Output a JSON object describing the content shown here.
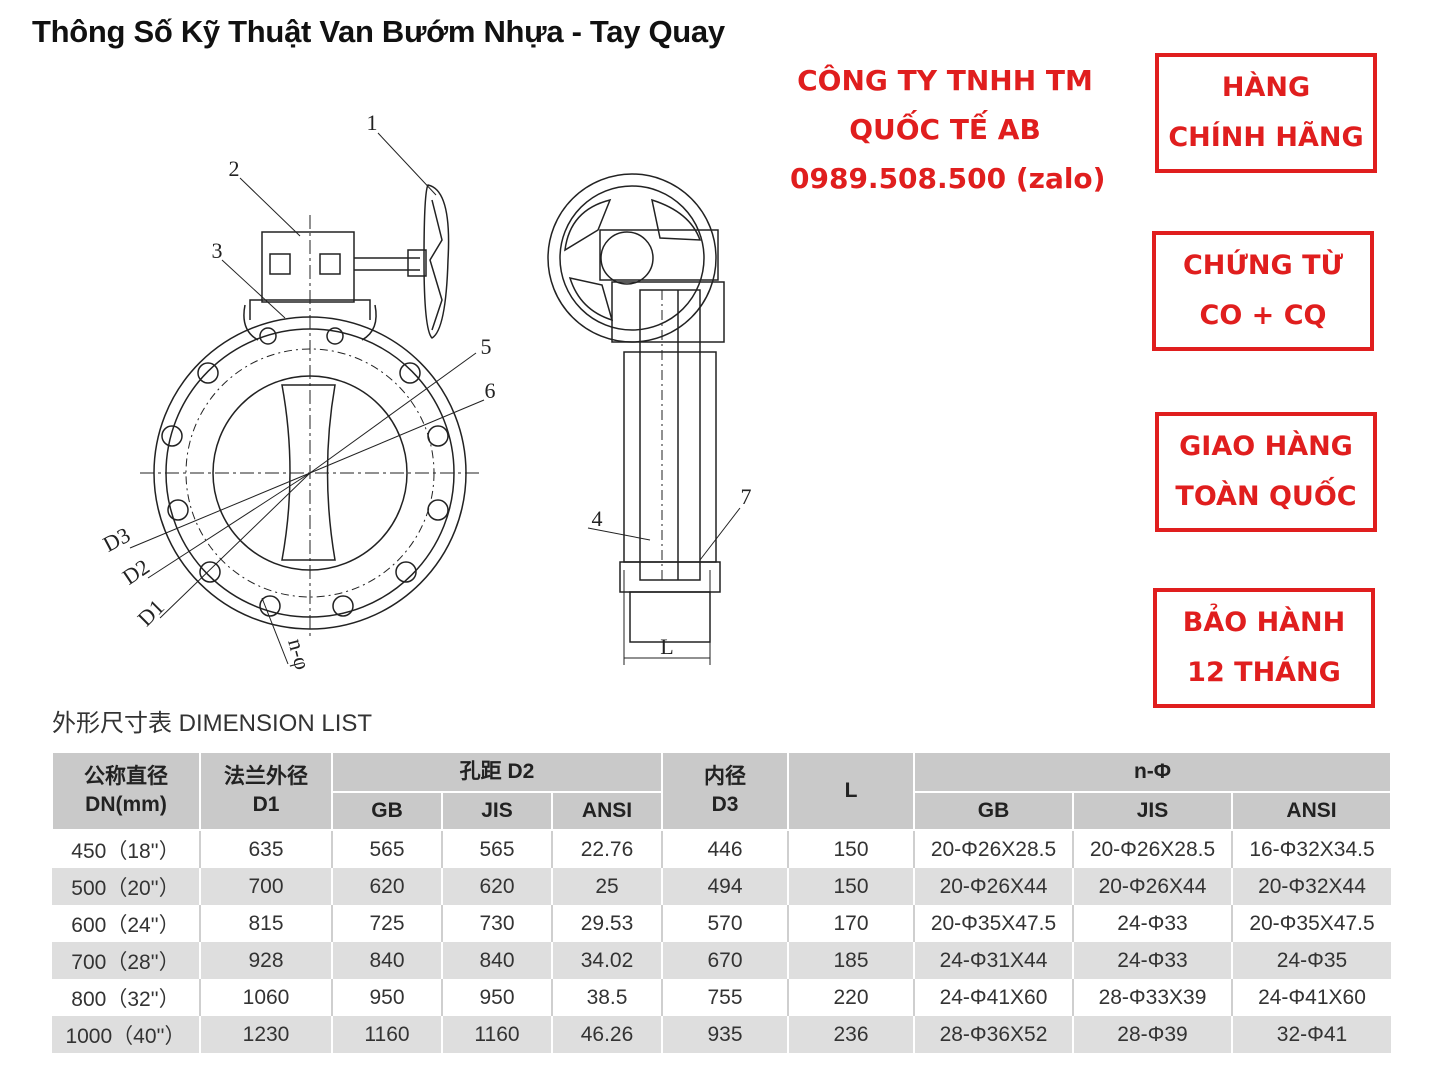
{
  "title": "Thông Số Kỹ Thuật Van Bướm Nhựa - Tay Quay",
  "company": {
    "line1": "CÔNG TY TNHH TM",
    "line2": "QUỐC TẾ AB",
    "phone": "0989.508.500 (zalo)"
  },
  "badges": [
    {
      "line1": "HÀNG",
      "line2": "CHÍNH HÃNG"
    },
    {
      "line1": "CHỨNG TỪ",
      "line2": "CO + CQ"
    },
    {
      "line1": "GIAO HÀNG",
      "line2": "TOÀN QUỐC"
    },
    {
      "line1": "BẢO HÀNH",
      "line2": "12 THÁNG"
    }
  ],
  "drawing": {
    "part_labels": [
      "1",
      "2",
      "3",
      "4",
      "5",
      "6",
      "7"
    ],
    "dim_labels": {
      "d1": "D1",
      "d2": "D2",
      "d3": "D3",
      "n_phi": "n-φ",
      "l": "L"
    }
  },
  "list_label": "外形尺寸表  DIMENSION LIST",
  "table": {
    "headers": {
      "dn": [
        "公称直径",
        "DN(mm)"
      ],
      "d1": [
        "法兰外径",
        "D1"
      ],
      "d2": "孔距 D2",
      "d3": [
        "内径",
        "D3"
      ],
      "l": "L",
      "nphi": "n-Φ",
      "sub": [
        "GB",
        "JIS",
        "ANSI"
      ]
    },
    "rows": [
      [
        "450（18''）",
        "635",
        "565",
        "565",
        "22.76",
        "446",
        "150",
        "20-Φ26X28.5",
        "20-Φ26X28.5",
        "16-Φ32X34.5"
      ],
      [
        "500（20''）",
        "700",
        "620",
        "620",
        "25",
        "494",
        "150",
        "20-Φ26X44",
        "20-Φ26X44",
        "20-Φ32X44"
      ],
      [
        "600（24''）",
        "815",
        "725",
        "730",
        "29.53",
        "570",
        "170",
        "20-Φ35X47.5",
        "24-Φ33",
        "20-Φ35X47.5"
      ],
      [
        "700（28''）",
        "928",
        "840",
        "840",
        "34.02",
        "670",
        "185",
        "24-Φ31X44",
        "24-Φ33",
        "24-Φ35"
      ],
      [
        "800（32''）",
        "1060",
        "950",
        "950",
        "38.5",
        "755",
        "220",
        "24-Φ41X60",
        "28-Φ33X39",
        "24-Φ41X60"
      ],
      [
        "1000（40''）",
        "1230",
        "1160",
        "1160",
        "46.26",
        "935",
        "236",
        "28-Φ36X52",
        "28-Φ39",
        "32-Φ41"
      ]
    ]
  }
}
